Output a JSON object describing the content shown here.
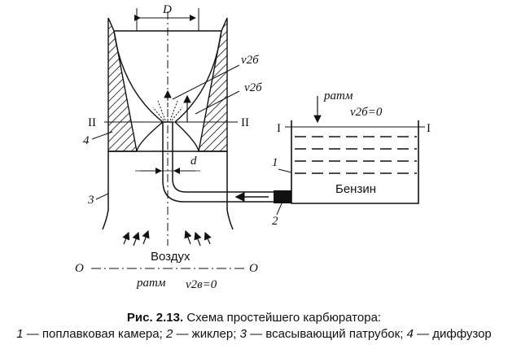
{
  "labels": {
    "D": "D",
    "d": "d",
    "v2b_upper": "v2б",
    "v2b_lower": "v2б",
    "p_atm_top": "pатм",
    "v2b_zero": "v2б=0",
    "level_I_left": "I",
    "level_I_right": "I",
    "level_II_left": "II",
    "level_II_right": "II",
    "level_O_left": "O",
    "level_O_right": "O",
    "num_1": "1",
    "num_2": "2",
    "num_3": "3",
    "num_4": "4",
    "benzin": "Бензин",
    "vozdukh": "Воздух",
    "p_atm_bottom": "pатм",
    "v2v_zero": "v2в=0"
  },
  "caption": {
    "figure_number": "Рис. 2.13.",
    "title": "Схема простейшего карбюратора:",
    "legend": [
      {
        "num": "1",
        "text": "поплавковая камера;"
      },
      {
        "num": "2",
        "text": "жиклер;"
      },
      {
        "num": "3",
        "text": "всасывающий патрубок;"
      },
      {
        "num": "4",
        "text": "диффузор"
      }
    ],
    "dash": " — "
  }
}
